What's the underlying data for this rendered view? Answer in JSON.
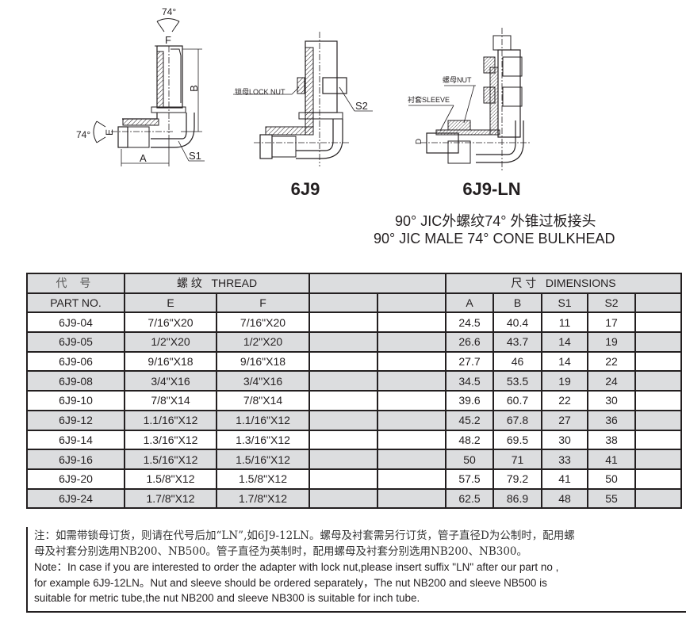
{
  "drawings": {
    "base": {
      "labels": {
        "top_angle": "74°",
        "side_angle": "74°",
        "F": "F",
        "E": "E",
        "B": "B",
        "A": "A",
        "S1": "S1"
      }
    },
    "model_6j9": {
      "model_label": "6J9",
      "callouts": {
        "lock_nut": "锁母LOCK NUT",
        "S2": "S2"
      }
    },
    "model_6j9_ln": {
      "model_label": "6J9-LN",
      "callouts": {
        "nut": "螺母NUT",
        "sleeve": "衬套SLEEVE",
        "D": "D"
      }
    }
  },
  "title": {
    "cn": "90° JIC外螺纹74° 外锥过板接头",
    "en": "90° JIC MALE 74° CONE BULKHEAD"
  },
  "table": {
    "header_row1": {
      "part_cn": "代 号",
      "thread": "螺 纹   THREAD",
      "dimensions": "尺 寸   DIMENSIONS"
    },
    "header_row2": {
      "part_en": "PART NO.",
      "E": "E",
      "F": "F",
      "A": "A",
      "B": "B",
      "S1": "S1",
      "S2": "S2"
    },
    "rows": [
      {
        "part": "6J9-04",
        "E": "7/16\"X20",
        "F": "7/16\"X20",
        "A": "24.5",
        "B": "40.4",
        "S1": "11",
        "S2": "17"
      },
      {
        "part": "6J9-05",
        "E": "1/2\"X20",
        "F": "1/2\"X20",
        "A": "26.6",
        "B": "43.7",
        "S1": "14",
        "S2": "19"
      },
      {
        "part": "6J9-06",
        "E": "9/16\"X18",
        "F": "9/16\"X18",
        "A": "27.7",
        "B": "46",
        "S1": "14",
        "S2": "22"
      },
      {
        "part": "6J9-08",
        "E": "3/4\"X16",
        "F": "3/4\"X16",
        "A": "34.5",
        "B": "53.5",
        "S1": "19",
        "S2": "24"
      },
      {
        "part": "6J9-10",
        "E": "7/8\"X14",
        "F": "7/8\"X14",
        "A": "39.6",
        "B": "60.7",
        "S1": "22",
        "S2": "30"
      },
      {
        "part": "6J9-12",
        "E": "1.1/16\"X12",
        "F": "1.1/16\"X12",
        "A": "45.2",
        "B": "67.8",
        "S1": "27",
        "S2": "36"
      },
      {
        "part": "6J9-14",
        "E": "1.3/16\"X12",
        "F": "1.3/16\"X12",
        "A": "48.2",
        "B": "69.5",
        "S1": "30",
        "S2": "38"
      },
      {
        "part": "6J9-16",
        "E": "1.5/16\"X12",
        "F": "1.5/16\"X12",
        "A": "50",
        "B": "71",
        "S1": "33",
        "S2": "41"
      },
      {
        "part": "6J9-20",
        "E": "1.5/8\"X12",
        "F": "1.5/8\"X12",
        "A": "57.5",
        "B": "79.2",
        "S1": "41",
        "S2": "50"
      },
      {
        "part": "6J9-24",
        "E": "1.7/8\"X12",
        "F": "1.7/8\"X12",
        "A": "62.5",
        "B": "86.9",
        "S1": "48",
        "S2": "55"
      }
    ]
  },
  "note": {
    "cn_line1": "注：如需带锁母订货，则请在代号后加“LN”,如6J9-12LN。螺母及衬套需另行订货，管子直径D为公制时，配用螺",
    "cn_line2": "母及衬套分别选用NB200、NB500。管子直径为英制时，配用螺母及衬套分别选用NB200、NB300。",
    "en_line1": "Note：In case if you are interested to order the adapter with lock nut,please insert suffix \"LN\" after our part no ,",
    "en_line2": "for example 6J9-12LN。Nut and sleeve should be ordered separately，The nut NB200 and sleeve NB500 is",
    "en_line3": "suitable for metric tube,the nut NB200 and sleeve NB300 is suitable for inch tube."
  },
  "colors": {
    "ink": "#231f20",
    "row_shade": "#dcdddf",
    "row_plain": "#ffffff"
  }
}
